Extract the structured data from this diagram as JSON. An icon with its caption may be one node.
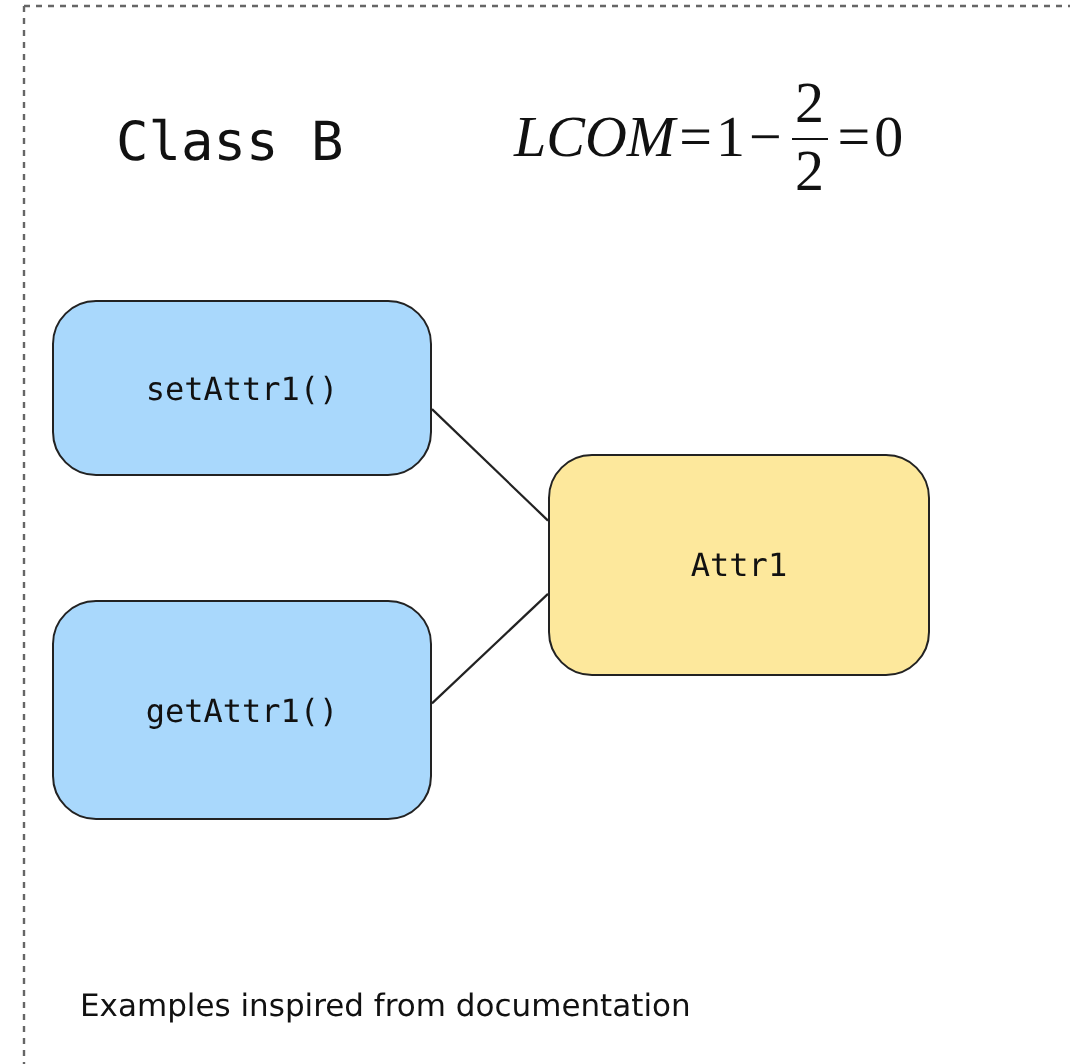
{
  "diagram": {
    "title": "Class B",
    "caption": "Examples inspired from documentation",
    "nodes": [
      {
        "text": [
          "setAttr1()"
        ]
      },
      {
        "text": [
          "getAttr1()"
        ]
      },
      {
        "text": [
          "Attr1"
        ]
      }
    ],
    "edges": [
      {
        "from": 0,
        "to": 2,
        "arrow": "none"
      },
      {
        "from": 1,
        "to": 2,
        "arrow": "none"
      }
    ],
    "labels": [
      "LCOM",
      "=",
      "1",
      "−",
      "2",
      "2",
      "=",
      "0"
    ]
  }
}
